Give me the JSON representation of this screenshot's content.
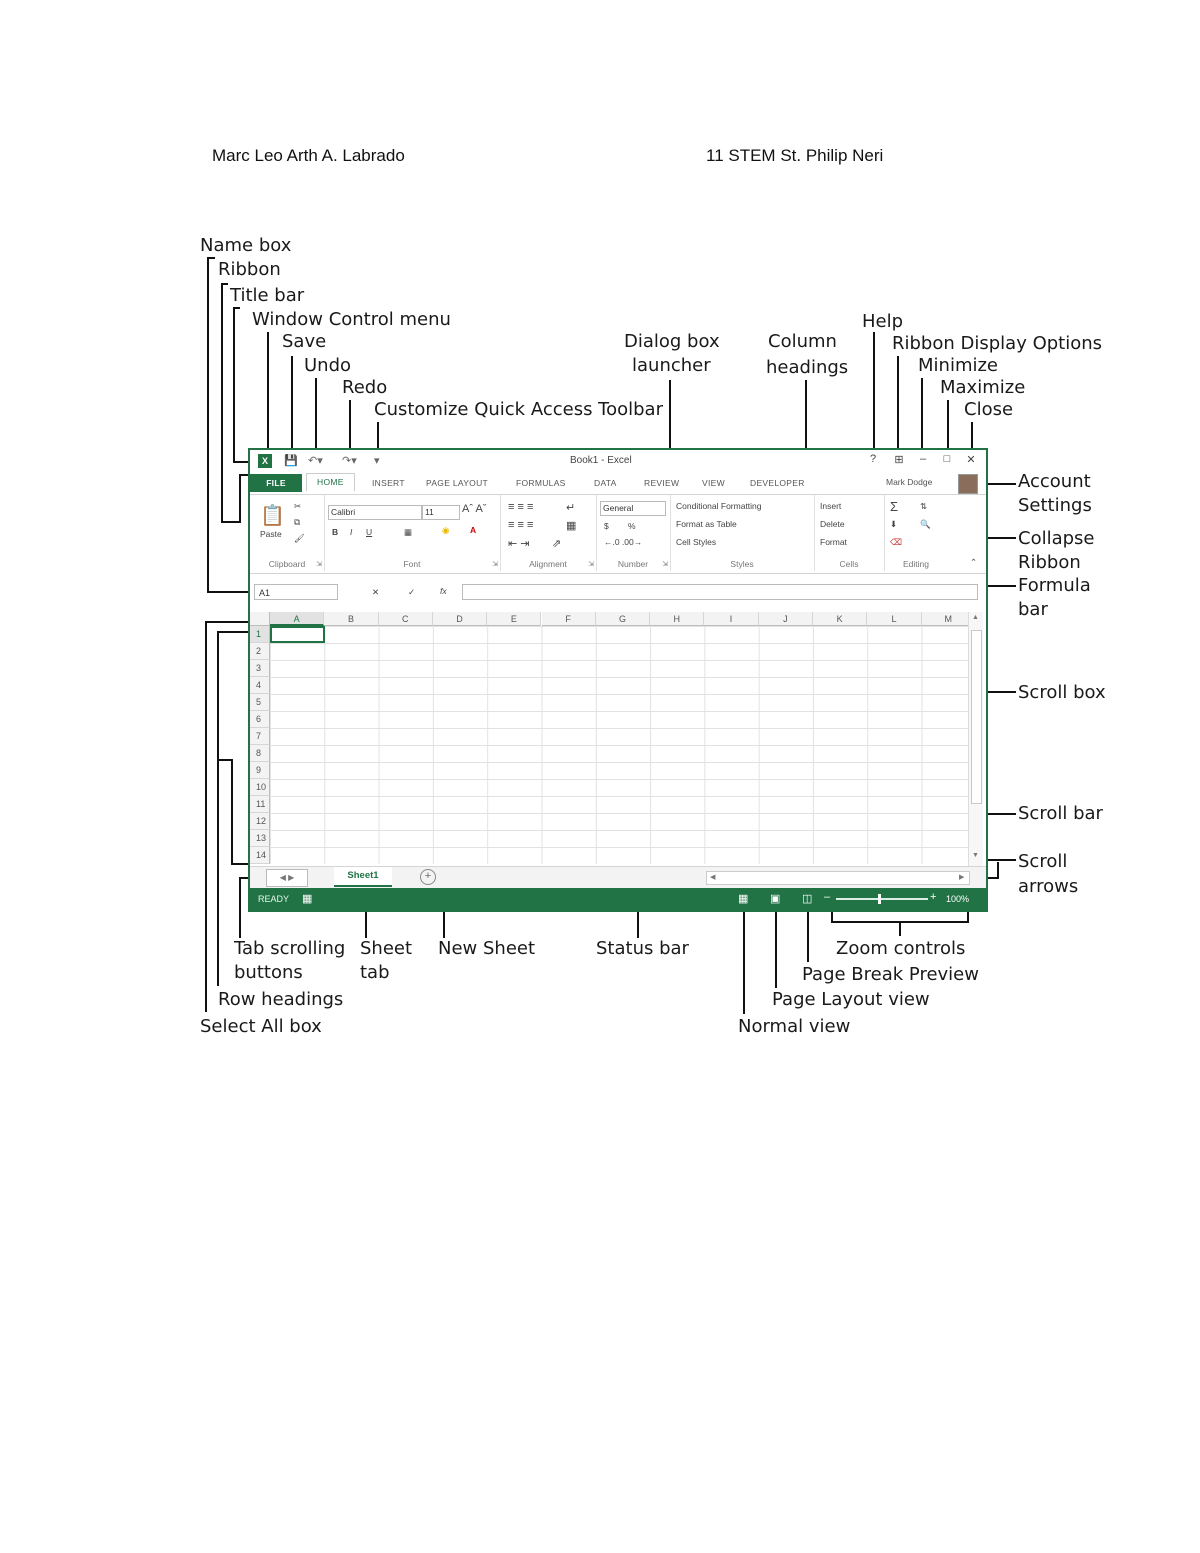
{
  "header": {
    "author": "Marc Leo Arth A. Labrado",
    "section": "11 STEM St. Philip Neri"
  },
  "callouts": {
    "name_box": "Name box",
    "ribbon": "Ribbon",
    "title_bar": "Title bar",
    "window_control_menu": "Window Control menu",
    "save": "Save",
    "undo": "Undo",
    "redo": "Redo",
    "customize_qat": "Customize Quick Access Toolbar",
    "dialog_box_launcher_1": "Dialog box",
    "dialog_box_launcher_2": "launcher",
    "column_headings_1": "Column",
    "column_headings_2": "headings",
    "help": "Help",
    "ribbon_display_options": "Ribbon Display Options",
    "minimize": "Minimize",
    "maximize": "Maximize",
    "close": "Close",
    "account_settings_1": "Account",
    "account_settings_2": "Settings",
    "collapse_ribbon_1": "Collapse",
    "collapse_ribbon_2": "Ribbon",
    "formula_bar_1": "Formula",
    "formula_bar_2": "bar",
    "scroll_box": "Scroll box",
    "scroll_bar": "Scroll bar",
    "scroll_arrows_1": "Scroll",
    "scroll_arrows_2": "arrows",
    "tab_scrolling_1": "Tab scrolling",
    "tab_scrolling_2": "buttons",
    "sheet_tab_1": "Sheet",
    "sheet_tab_2": "tab",
    "new_sheet": "New Sheet",
    "status_bar": "Status bar",
    "zoom_controls": "Zoom controls",
    "page_break_preview": "Page Break Preview",
    "page_layout_view": "Page Layout view",
    "normal_view": "Normal view",
    "row_headings": "Row headings",
    "select_all_box": "Select All box"
  },
  "excel": {
    "title": "Book1 - Excel",
    "help_glyph": "?",
    "tabs": [
      "FILE",
      "HOME",
      "INSERT",
      "PAGE LAYOUT",
      "FORMULAS",
      "DATA",
      "REVIEW",
      "VIEW",
      "DEVELOPER"
    ],
    "account_name": "Mark Dodge",
    "ribbon": {
      "clipboard": {
        "paste": "Paste",
        "label": "Clipboard"
      },
      "font": {
        "name": "Calibri",
        "size": "11",
        "label": "Font"
      },
      "alignment": {
        "label": "Alignment"
      },
      "number": {
        "format": "General",
        "currency": "$",
        "percent": "%",
        "label": "Number"
      },
      "styles": {
        "conditional": "Conditional Formatting",
        "format_table": "Format as Table",
        "cell_styles": "Cell Styles",
        "label": "Styles"
      },
      "cells": {
        "insert": "Insert",
        "delete": "Delete",
        "format": "Format",
        "label": "Cells"
      },
      "editing": {
        "label": "Editing"
      }
    },
    "name_box_value": "A1",
    "fx": "fx",
    "columns": [
      "A",
      "B",
      "C",
      "D",
      "E",
      "F",
      "G",
      "H",
      "I",
      "J",
      "K",
      "L",
      "M"
    ],
    "rows": [
      "1",
      "2",
      "3",
      "4",
      "5",
      "6",
      "7",
      "8",
      "9",
      "10",
      "11",
      "12",
      "13",
      "14"
    ],
    "sheet_tab": "Sheet1",
    "status": "READY",
    "zoom": "100%"
  },
  "colors": {
    "accent": "#217346"
  }
}
